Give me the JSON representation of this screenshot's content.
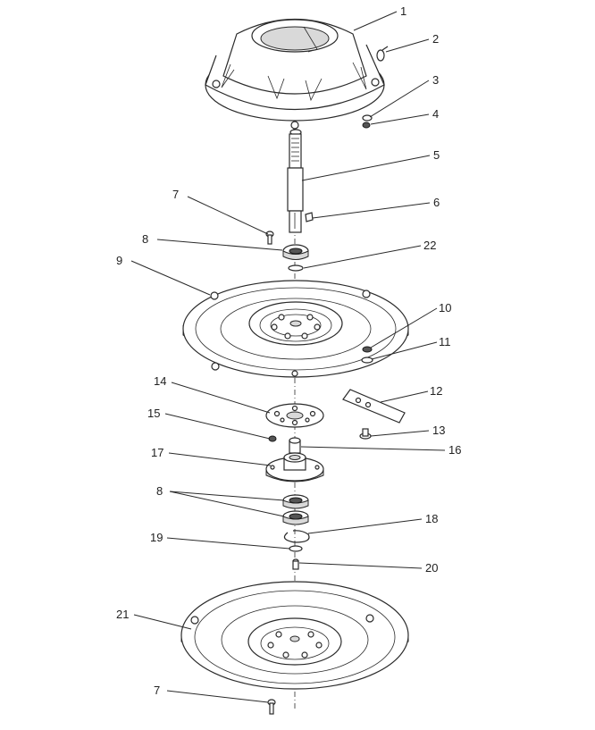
{
  "labels": {
    "l1": "1",
    "l2": "2",
    "l3": "3",
    "l4": "4",
    "l5": "5",
    "l6": "6",
    "l7a": "7",
    "l7b": "7",
    "l8a": "8",
    "l8b": "8",
    "l9": "9",
    "l10": "10",
    "l11": "11",
    "l12": "12",
    "l13": "13",
    "l14": "14",
    "l15": "15",
    "l16": "16",
    "l17": "17",
    "l18": "18",
    "l19": "19",
    "l20": "20",
    "l21": "21",
    "l22": "22"
  }
}
